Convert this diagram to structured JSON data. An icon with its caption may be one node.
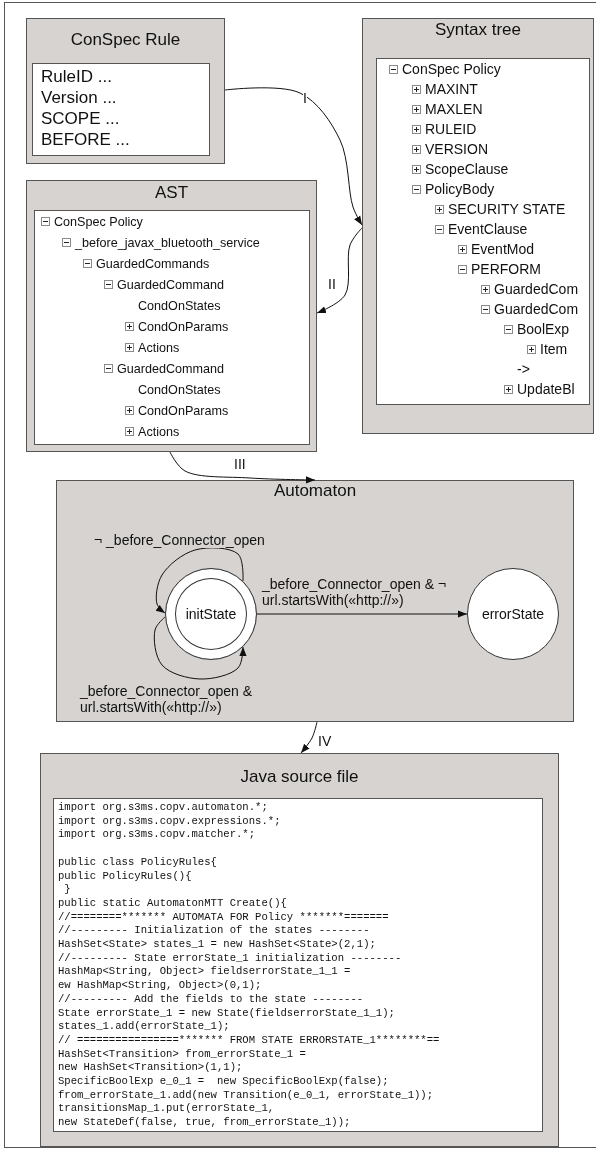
{
  "diagram": {
    "nodes": [
      {
        "text": [
          "ConSpec Rule"
        ]
      },
      {
        "text": [
          "RuleID ...",
          "Version ...",
          "SCOPE ...",
          "BEFORE ..."
        ],
        "in": 0
      },
      {
        "text": [
          "Syntax tree"
        ]
      },
      {
        "text": [
          "ConSpec Policy",
          "MAXINT",
          "MAXLEN",
          "RULEID",
          "VERSION",
          "ScopeClause",
          "PolicyBody",
          "SECURITY STATE",
          "EventClause",
          "EventMod",
          "PERFORM",
          "GuardedCom",
          "GuardedCom",
          "BoolExp",
          "Item",
          "->",
          "UpdateBl"
        ],
        "in": 2
      },
      {
        "text": [
          "AST"
        ]
      },
      {
        "text": [
          "ConSpec Policy",
          "_before_javax_bluetooth_service",
          "GuardedCommands",
          "GuardedCommand",
          "CondOnStates",
          "CondOnParams",
          "Actions",
          "GuardedCommand",
          "CondOnStates",
          "CondOnParams",
          "Actions"
        ],
        "in": 4
      },
      {
        "text": [
          "Automaton"
        ]
      },
      {
        "text": [
          "initState"
        ],
        "in": 6
      },
      {
        "text": [
          "errorState"
        ],
        "in": 6
      },
      {
        "text": [
          "Java source file"
        ]
      },
      {
        "text": [
          "import org.s3ms.copv.automaton.*;",
          "import org.s3ms.copv.expressions.*;",
          "import org.s3ms.copv.matcher.*;",
          "public class PolicyRules{",
          "public PolicyRules(){",
          " }",
          "public static AutomatonMTT Create(){",
          "//========******* AUTOMATA FOR Policy *******=======",
          "//--------- Initialization of the states --------",
          "HashSet<State> states_1 = new HashSet<State>(2,1);",
          "//--------- State errorState_1 initialization --------",
          "HashMap<String, Object> fieldserrorState_1_1 =",
          "ew HashMap<String, Object>(0,1);",
          "//--------- Add the fields to the state --------",
          "State errorState_1 = new State(fieldserrorState_1_1);",
          "states_1.add(errorState_1);",
          "// ================******* FROM STATE ERRORSTATE_1********==",
          "HashSet<Transition> from_errorState_1 =",
          "new HashSet<Transition>(1,1);",
          "SpecificBoolExp e_0_1 =  new SpecificBoolExp(false);",
          "from_errorState_1.add(new Transition(e_0_1, errorState_1));",
          "transitionsMap_1.put(errorState_1,",
          "new StateDef(false, true, from_errorState_1));"
        ],
        "in": 9
      }
    ],
    "edges": [
      {
        "from": 0,
        "to": 2,
        "arrow": "to",
        "label": "I"
      },
      {
        "from": 2,
        "to": 4,
        "arrow": "to",
        "label": "II"
      },
      {
        "from": 4,
        "to": 6,
        "arrow": "to",
        "label": "III"
      },
      {
        "from": 6,
        "to": 9,
        "arrow": "to",
        "label": "IV"
      },
      {
        "from": 7,
        "to": 7,
        "arrow": "to",
        "label": "¬ _before_Connector_open"
      },
      {
        "from": 7,
        "to": 7,
        "arrow": "to",
        "label": "_before_Connector_open & url.startsWith(«http://»)"
      },
      {
        "from": 7,
        "to": 8,
        "arrow": "to",
        "label": "_before_Connector_open & ¬ url.startsWith(«http://»)"
      }
    ]
  }
}
